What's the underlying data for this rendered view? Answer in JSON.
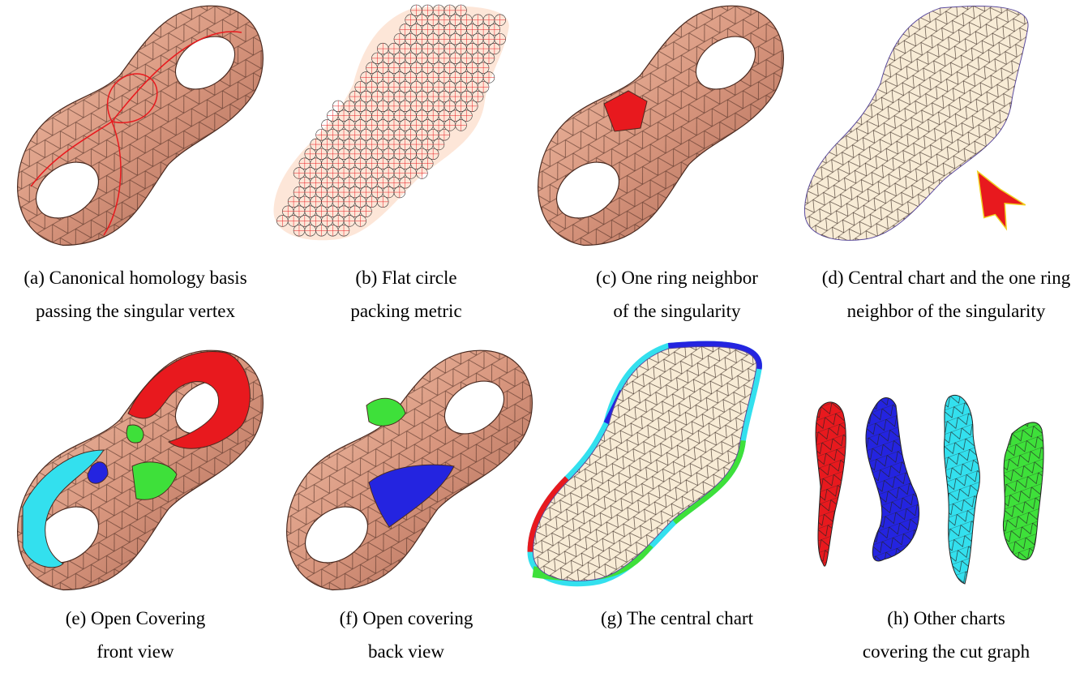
{
  "figure": {
    "panels": [
      {
        "id": "a",
        "caption_line1": "(a) Canonical homology basis",
        "caption_line2": "passing the singular vertex",
        "visual": "torus-with-red-homology-curves"
      },
      {
        "id": "b",
        "caption_line1": "(b) Flat circle",
        "caption_line2": "packing metric",
        "visual": "flat-circle-packing"
      },
      {
        "id": "c",
        "caption_line1": "(c) One ring neighbor",
        "caption_line2": "of the singularity",
        "visual": "torus-with-red-ring"
      },
      {
        "id": "d",
        "caption_line1": "(d) Central chart and the one ring",
        "caption_line2": "neighbor of the singularity",
        "visual": "flat-chart-with-red-star"
      },
      {
        "id": "e",
        "caption_line1": "(e) Open Covering",
        "caption_line2": "front view",
        "visual": "torus-colored-front"
      },
      {
        "id": "f",
        "caption_line1": "(f) Open covering",
        "caption_line2": "back view",
        "visual": "torus-colored-back"
      },
      {
        "id": "g",
        "caption_line1": "(g) The central chart",
        "caption_line2": "",
        "visual": "flat-chart-colored-borders"
      },
      {
        "id": "h",
        "caption_line1": "(h) Other charts",
        "caption_line2": "covering the cut graph",
        "visual": "four-colored-strips"
      }
    ]
  },
  "colors": {
    "mesh_skin": "#dba08a",
    "mesh_dark": "#8a5848",
    "mesh_light": "#f6dcc8",
    "flat_fill": "#f8ecd6",
    "edge": "#4a2a20",
    "red": "#e8191e",
    "blue": "#2424e0",
    "cyan": "#33e0ee",
    "green": "#3ee03a"
  }
}
